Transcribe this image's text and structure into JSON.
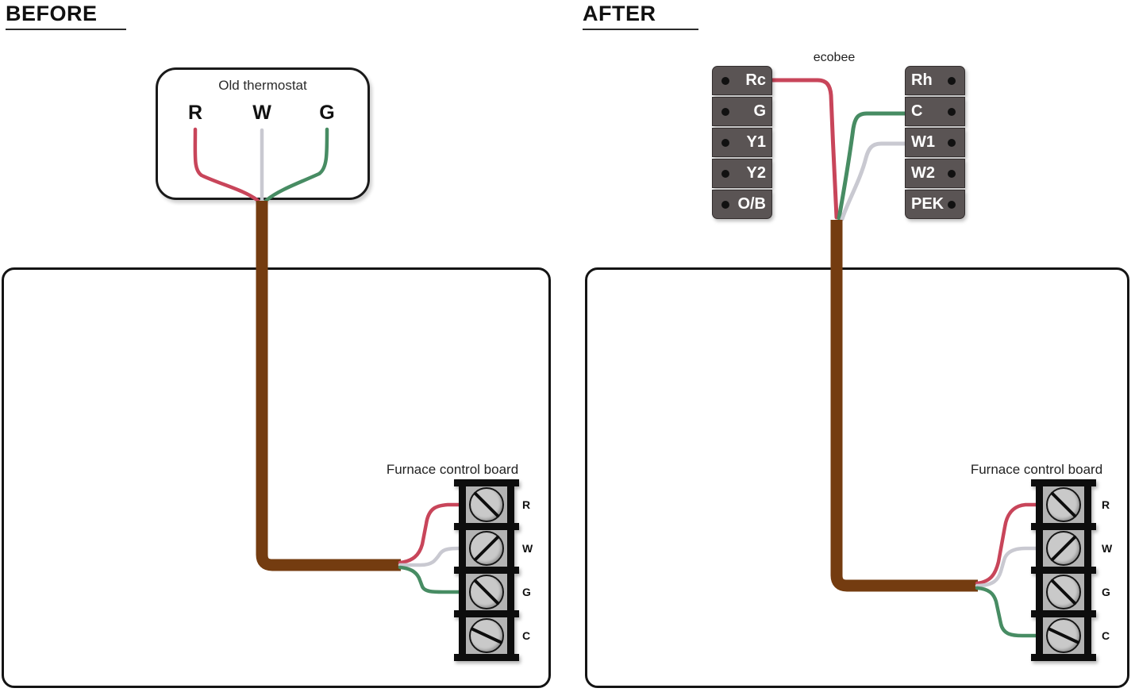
{
  "colors": {
    "wire_red": "#c8455a",
    "wire_green": "#478c63",
    "wire_white": "#c9c9d1",
    "cable_brown": "#743c10",
    "ecobee_block_bg": "#5a5454"
  },
  "before": {
    "heading": "BEFORE",
    "thermostat": {
      "title": "Old thermostat",
      "terminals": [
        "R",
        "W",
        "G"
      ]
    },
    "furnace": {
      "title": "Furnace control board",
      "terminals": [
        "R",
        "W",
        "G",
        "C"
      ]
    },
    "wires": [
      {
        "color": "red",
        "from": "thermostat R",
        "to": "furnace R"
      },
      {
        "color": "white",
        "from": "thermostat W",
        "to": "furnace W"
      },
      {
        "color": "green",
        "from": "thermostat G",
        "to": "furnace G"
      }
    ]
  },
  "after": {
    "heading": "AFTER",
    "ecobee": {
      "label": "ecobee",
      "left_terminals": [
        "Rc",
        "G",
        "Y1",
        "Y2",
        "O/B"
      ],
      "right_terminals": [
        "Rh",
        "C",
        "W1",
        "W2",
        "PEK"
      ]
    },
    "furnace": {
      "title": "Furnace control board",
      "terminals": [
        "R",
        "W",
        "G",
        "C"
      ]
    },
    "wires": [
      {
        "color": "red",
        "from": "ecobee Rc",
        "to": "furnace R"
      },
      {
        "color": "green",
        "from": "ecobee C",
        "to": "furnace C"
      },
      {
        "color": "white",
        "from": "ecobee W1",
        "to": "furnace W"
      }
    ]
  }
}
